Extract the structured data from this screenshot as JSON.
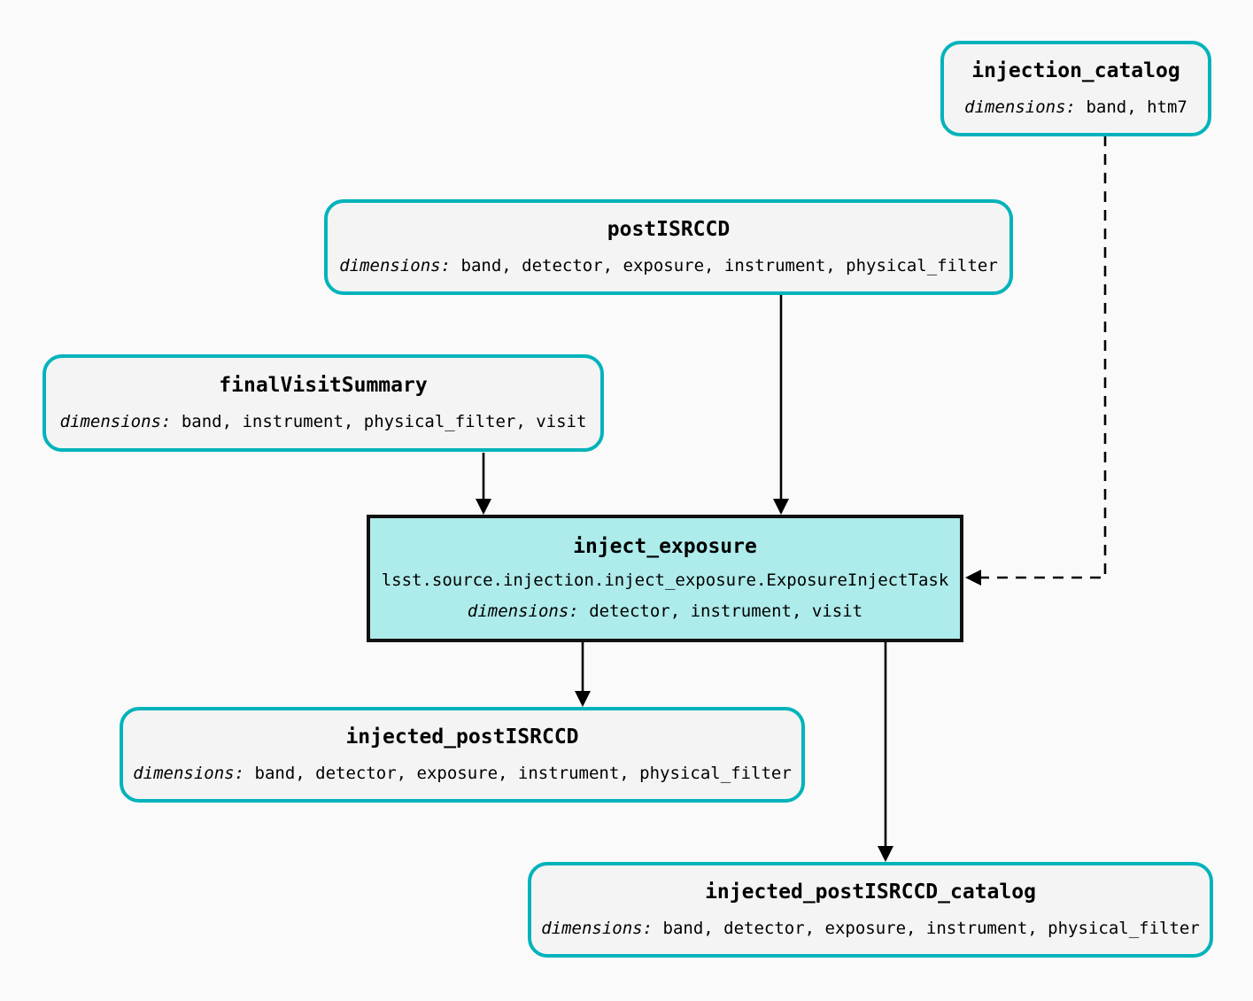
{
  "diagram": {
    "kind": "pipeline-dag",
    "background_color": "#fafafa",
    "dataset_border_color": "#00b3bb",
    "dataset_fill_color": "#f4f4f4",
    "task_border_color": "#111111",
    "task_fill_color": "#aeeceb",
    "edge_color": "#000000",
    "dims_label": "dimensions:"
  },
  "nodes": {
    "injection_catalog": {
      "title": "injection_catalog",
      "dims": "band, htm7",
      "type": "dataset"
    },
    "postISRCCD": {
      "title": "postISRCCD",
      "dims": "band, detector, exposure, instrument, physical_filter",
      "type": "dataset"
    },
    "finalVisitSummary": {
      "title": "finalVisitSummary",
      "dims": "band, instrument, physical_filter, visit",
      "type": "dataset"
    },
    "inject_exposure": {
      "title": "inject_exposure",
      "classpath": "lsst.source.injection.inject_exposure.ExposureInjectTask",
      "dims": "detector, instrument, visit",
      "type": "task"
    },
    "injected_postISRCCD": {
      "title": "injected_postISRCCD",
      "dims": "band, detector, exposure, instrument, physical_filter",
      "type": "dataset"
    },
    "injected_postISRCCD_catalog": {
      "title": "injected_postISRCCD_catalog",
      "dims": "band, detector, exposure, instrument, physical_filter",
      "type": "dataset"
    }
  },
  "edges": [
    {
      "from": "postISRCCD",
      "to": "inject_exposure",
      "style": "solid"
    },
    {
      "from": "finalVisitSummary",
      "to": "inject_exposure",
      "style": "solid"
    },
    {
      "from": "injection_catalog",
      "to": "inject_exposure",
      "style": "dashed"
    },
    {
      "from": "inject_exposure",
      "to": "injected_postISRCCD",
      "style": "solid"
    },
    {
      "from": "inject_exposure",
      "to": "injected_postISRCCD_catalog",
      "style": "solid"
    }
  ]
}
